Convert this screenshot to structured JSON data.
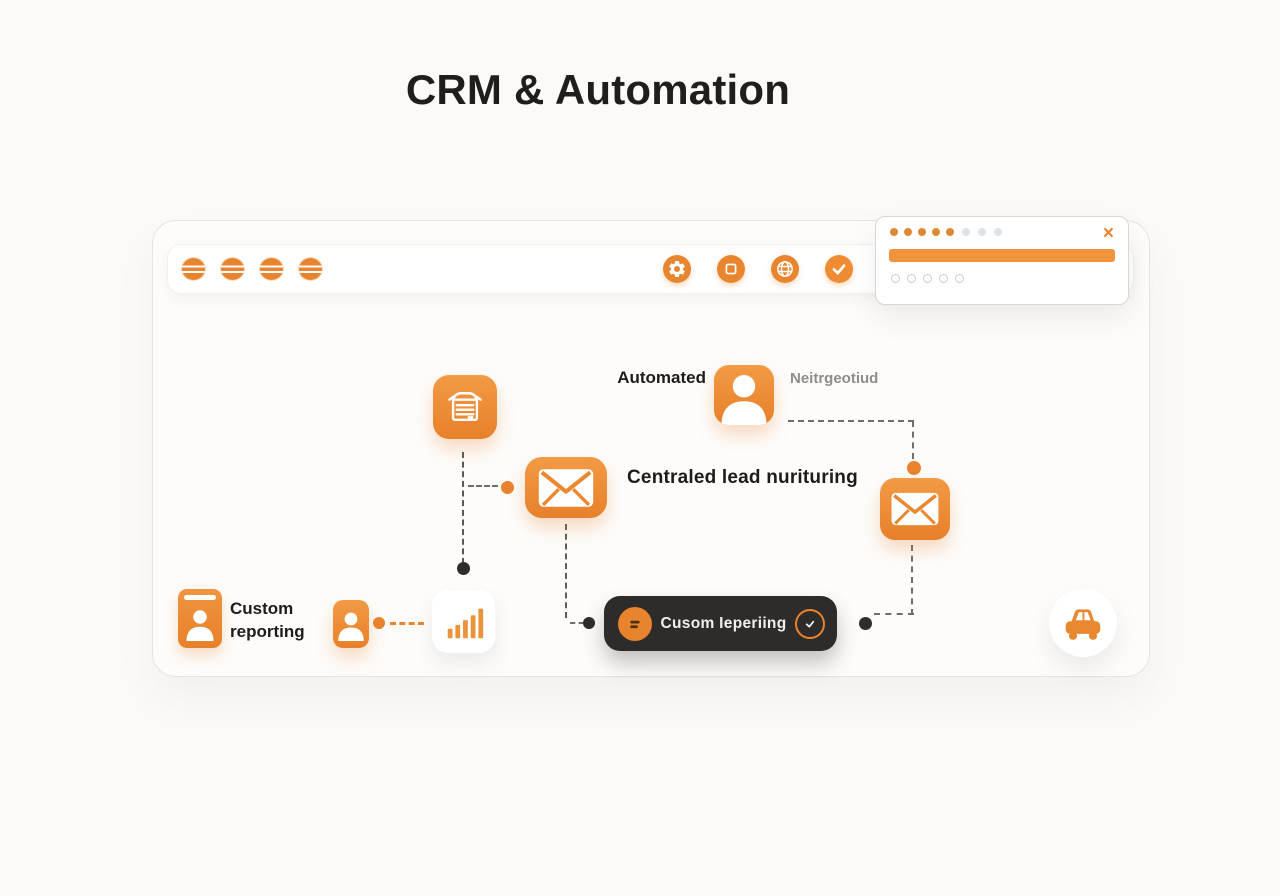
{
  "page": {
    "title": "CRM & Automation"
  },
  "colors": {
    "accent_orange": "#e8832e",
    "popup_bar_orange": "#f0943d",
    "dark_button_bg": "#2e2c2a",
    "page_background": "#fbfaf9"
  },
  "toolbar": {
    "menu_count": 4,
    "icons": [
      {
        "name": "gear-icon"
      },
      {
        "name": "frame-icon"
      },
      {
        "name": "globe-icon"
      },
      {
        "name": "check-icon"
      }
    ]
  },
  "popup": {
    "close_label": "×",
    "filled_dots": 5,
    "empty_dots": 3,
    "footer_dots": 5
  },
  "diagram": {
    "automated_label": "Automated",
    "recipient_label": "Neitrgeotiud",
    "nurturing_label": "Centraled lead nurituring",
    "reporting_label": "Custom reporting",
    "action_button_label": "Cusom Ieperiing"
  }
}
